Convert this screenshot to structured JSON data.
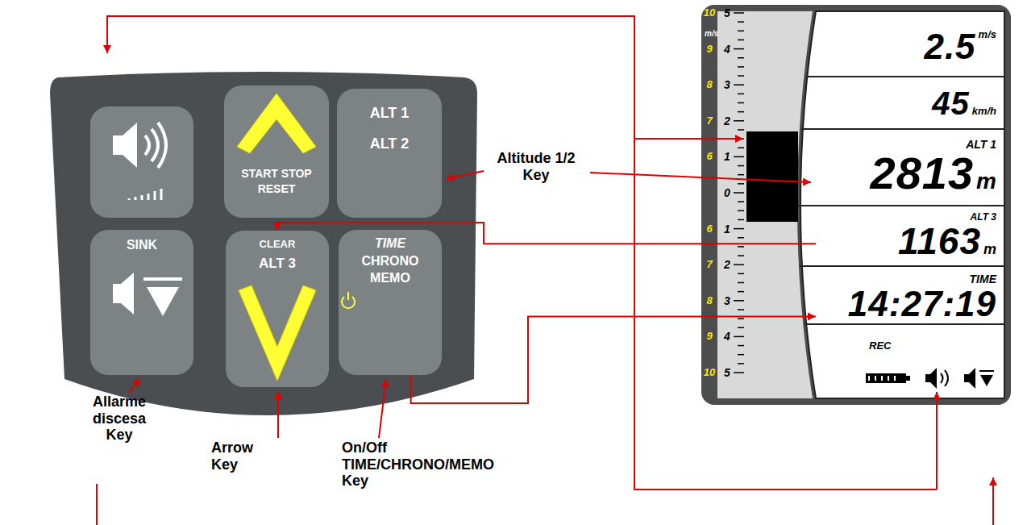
{
  "diagram": {
    "nodes": [
      {
        "text": [
          "START STOP RESET"
        ]
      },
      {
        "text": [
          "ALT 1",
          "ALT 2"
        ]
      },
      {
        "text": [
          "SINK"
        ]
      },
      {
        "text": [
          "CLEAR",
          "ALT 3"
        ]
      },
      {
        "text": [
          "TIME",
          "CHRONO",
          "MEMO"
        ]
      },
      {
        "text": [
          "m/s"
        ]
      },
      {
        "text": [
          "2.5",
          "m/s"
        ],
        "in": 5
      },
      {
        "text": [
          "45",
          "km/h"
        ],
        "in": 5
      },
      {
        "text": [
          "ALT 1",
          "2813",
          "m"
        ],
        "in": 5
      },
      {
        "text": [
          "ALT 3",
          "1163",
          "m"
        ],
        "in": 5
      },
      {
        "text": [
          "TIME",
          "14:27:19"
        ],
        "in": 5
      },
      {
        "text": [
          "REC"
        ],
        "in": 5
      }
    ],
    "edges": [
      {
        "from": 9,
        "to": 3,
        "arrow": "to"
      },
      {
        "from": 4,
        "to": 10,
        "arrow": "to"
      }
    ],
    "labels": [
      "Altitude 1/2 Key",
      "10",
      "5",
      "9",
      "4",
      "8",
      "3",
      "7",
      "2",
      "6",
      "1",
      "0",
      "6",
      "1",
      "7",
      "2",
      "8",
      "3",
      "9",
      "4",
      "10",
      "5",
      "Allarme discesa Key",
      "Arrow Key",
      "On/Off TIME/CHRONO/MEMO Key"
    ]
  }
}
